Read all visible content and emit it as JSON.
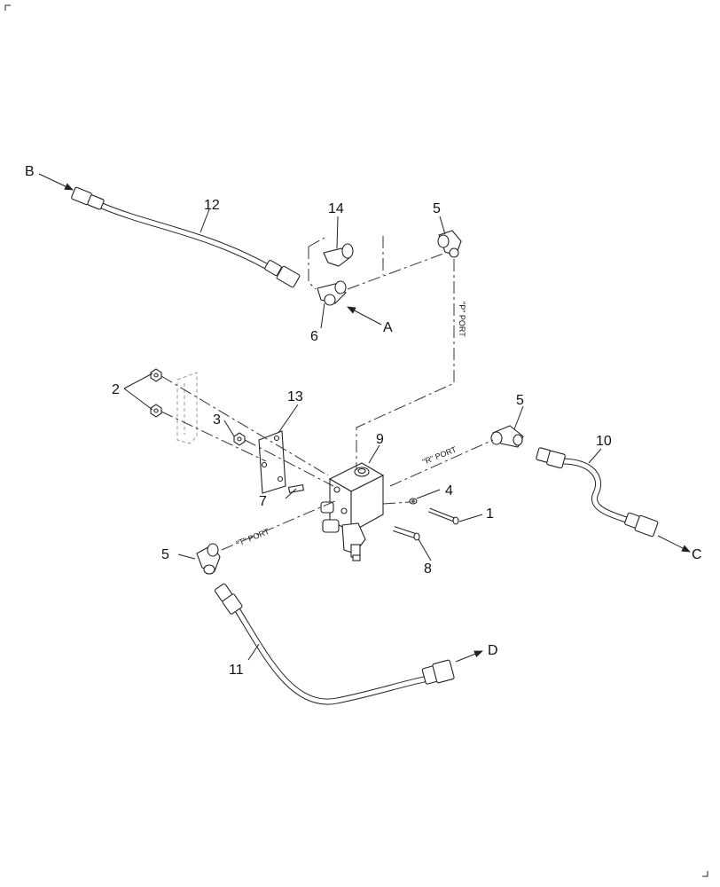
{
  "callouts": {
    "c1": "1",
    "c2": "2",
    "c3": "3",
    "c4": "4",
    "c5a": "5",
    "c5b": "5",
    "c5c": "5",
    "c6": "6",
    "c7": "7",
    "c8": "8",
    "c9": "9",
    "c10": "10",
    "c11": "11",
    "c12": "12",
    "c13": "13",
    "c14": "14"
  },
  "connections": {
    "a": "A",
    "b": "B",
    "c": "C",
    "d": "D"
  },
  "ports": {
    "p": "\"P\" PORT",
    "r": "\"R\" PORT",
    "t": "\"T\" PORT"
  },
  "colors": {
    "line": "#222222",
    "background": "#ffffff"
  }
}
